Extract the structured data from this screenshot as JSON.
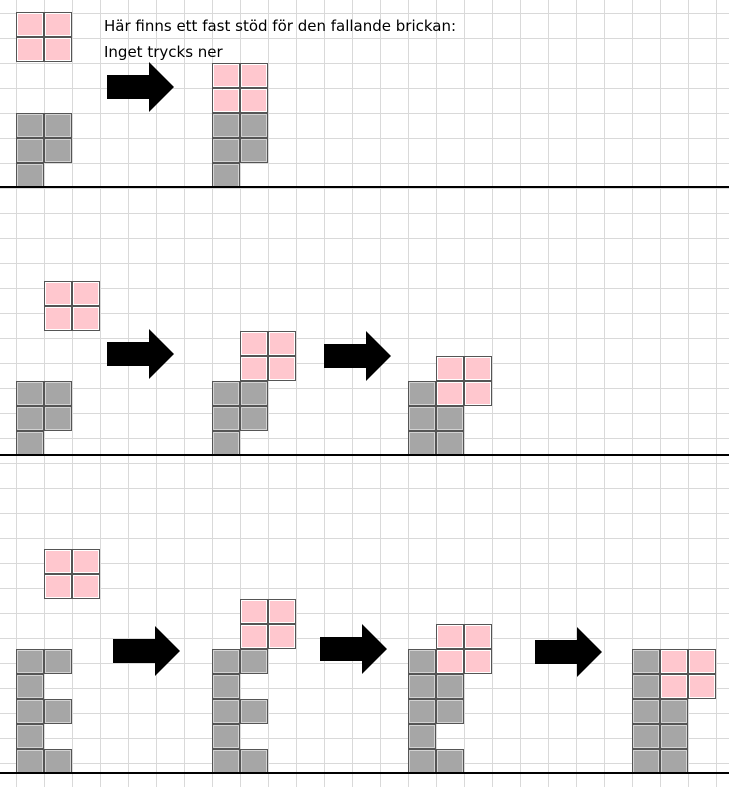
{
  "captions": {
    "line1": "Här finns ett fast stöd för den fallande brickan:",
    "line2": "Inget trycks ner"
  },
  "colors": {
    "fixed_block": "#a6a6a6",
    "falling_block": "#ffc7ce",
    "arrow": "#000000",
    "floor": "#000000"
  },
  "icons": {
    "arrow": "right-arrow-icon"
  },
  "scenarios": [
    {
      "name": "scenario-1",
      "steps": 2
    },
    {
      "name": "scenario-2",
      "steps": 3
    },
    {
      "name": "scenario-3",
      "steps": 4
    }
  ]
}
